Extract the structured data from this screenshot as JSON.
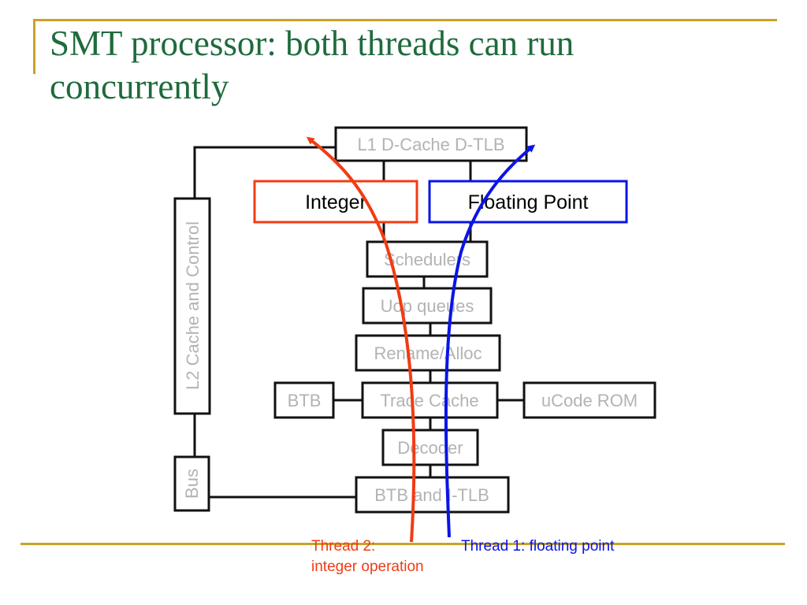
{
  "slide": {
    "title": "SMT processor: both threads can run concurrently",
    "colors": {
      "title": "#1e6b3c",
      "rule": "#c9a227",
      "thread2": "#f03c14",
      "thread1": "#0a14e6",
      "box_text": "#b3b3b3"
    }
  },
  "diagram": {
    "blocks": {
      "l1": "L1 D-Cache D-TLB",
      "integer": "Integer",
      "floating_point": "Floating Point",
      "schedulers": "Schedulers",
      "uop_queues": "Uop queues",
      "rename_alloc": "Rename/Alloc",
      "btb": "BTB",
      "trace_cache": "Trace Cache",
      "ucode_rom": "uCode ROM",
      "decoder": "Decoder",
      "btb_itlb": "BTB and I-TLB",
      "l2": "L2 Cache and Control",
      "bus": "Bus"
    },
    "threads": {
      "thread2_line1": "Thread 2:",
      "thread2_line2": "integer operation",
      "thread1": "Thread 1: floating point"
    }
  }
}
